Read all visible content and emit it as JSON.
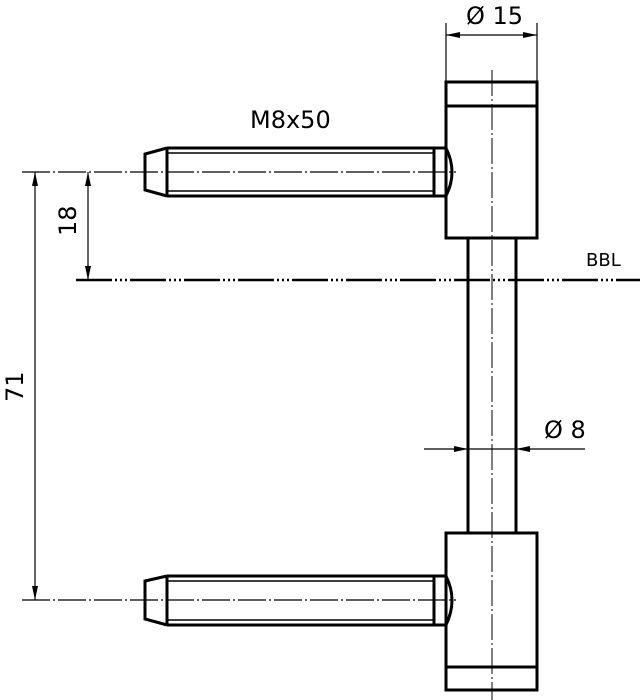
{
  "drawing": {
    "type": "technical-drawing",
    "subject": "hinge with two threaded pins",
    "labels": {
      "top_diameter": "Ø 15",
      "thread": "M8x50",
      "offset_dim": "18",
      "pitch_dim": "71",
      "reference_line": "BBL",
      "shaft_diameter": "Ø 8"
    },
    "colors": {
      "line": "#000000",
      "background": "#ffffff"
    }
  }
}
